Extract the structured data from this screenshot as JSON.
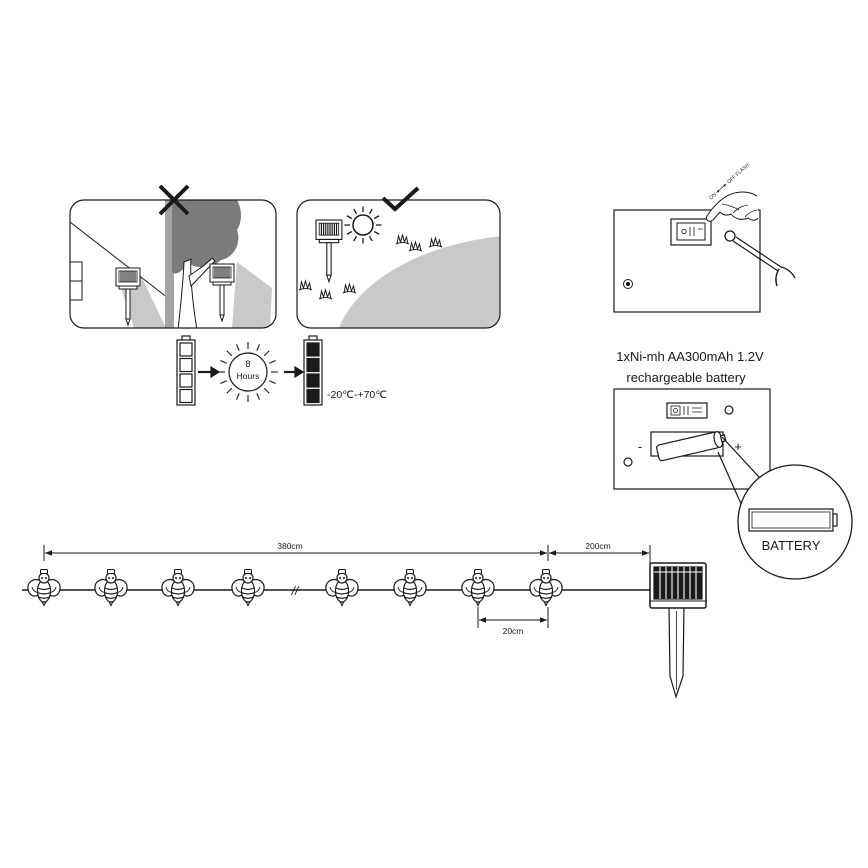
{
  "charging_sequence": {
    "sun_hours_value": "8",
    "sun_hours_unit": "Hours",
    "temperature_range": "-20℃-+70℃"
  },
  "switch_panel": {
    "on_label": "ON",
    "off_flash_label": "OFF FLASH"
  },
  "battery_panel": {
    "spec_line1": "1xNi-mh AA300mAh 1.2V",
    "spec_line2": "rechargeable battery",
    "minus_sign": "-",
    "plus_sign": "+",
    "magnifier_label": "BATTERY"
  },
  "string_light": {
    "total_length": "380cm",
    "lead_wire_length": "200cm",
    "bulb_spacing": "20cm",
    "break_mark": "//"
  },
  "placement_icons": {
    "wrong": "cross-icon",
    "correct": "check-icon"
  },
  "colors": {
    "line": "#1a1a1a",
    "shadow": "#c9c9c9",
    "tree": "#7c7c7c",
    "background": "#ffffff"
  }
}
